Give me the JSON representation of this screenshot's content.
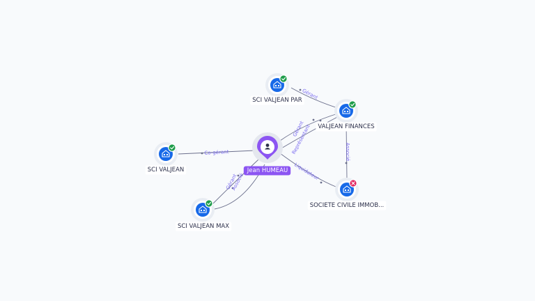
{
  "person": {
    "label": "Jean HUMEAU",
    "icon": "person-icon"
  },
  "companies": [
    {
      "key": "sci-valjean-par",
      "label": "SCI VALJEAN PAR",
      "status": "active"
    },
    {
      "key": "valjean-finances",
      "label": "VALJEAN FINANCES",
      "status": "active"
    },
    {
      "key": "sci-valjean",
      "label": "SCI VALJEAN",
      "status": "active"
    },
    {
      "key": "sci-valjean-max",
      "label": "SCI VALJEAN MAX",
      "status": "active"
    },
    {
      "key": "societe-civile",
      "label": "SOCIETE CIVILE IMMOB...",
      "status": "closed"
    }
  ],
  "relations": [
    {
      "from": "valjean-finances",
      "to": "sci-valjean-par",
      "label": "Gérant"
    },
    {
      "from": "person",
      "to": "valjean-finances",
      "label": "Gérant"
    },
    {
      "from": "person",
      "to": "valjean-finances",
      "label": "Représentant"
    },
    {
      "from": "person",
      "to": "sci-valjean",
      "label": "Co-gérant"
    },
    {
      "from": "person",
      "to": "sci-valjean-max",
      "label": "Gérant"
    },
    {
      "from": "person",
      "to": "sci-valjean-max",
      "label": "Associé"
    },
    {
      "from": "person",
      "to": "societe-civile",
      "label": "Liquidateur"
    },
    {
      "from": "valjean-finances",
      "to": "societe-civile",
      "label": "Associé"
    }
  ],
  "colors": {
    "background": "#f8fafc",
    "company": "#1769e8",
    "person": "#8c55f2",
    "active_badge": "#1f9d4b",
    "closed_badge": "#e0245e",
    "edge_label": "#7b6cf0"
  },
  "icons": {
    "company": "building-icon",
    "active": "check-badge-icon",
    "closed": "close-badge-icon"
  }
}
